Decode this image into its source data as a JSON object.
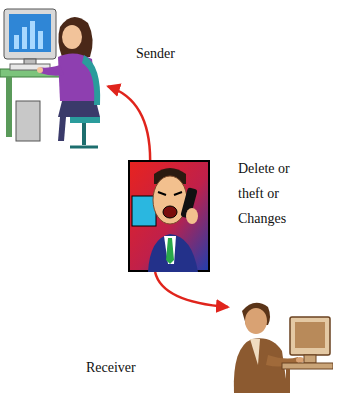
{
  "diagram": {
    "nodes": [
      {
        "text": [
          "Sender"
        ]
      },
      {
        "text": [
          "Delete or theft or Changes"
        ]
      },
      {
        "text": [
          "Receiver"
        ]
      }
    ],
    "edges": [
      {
        "from": 1,
        "to": 0,
        "arrow": "to"
      },
      {
        "from": 1,
        "to": 2,
        "arrow": "to"
      }
    ]
  }
}
